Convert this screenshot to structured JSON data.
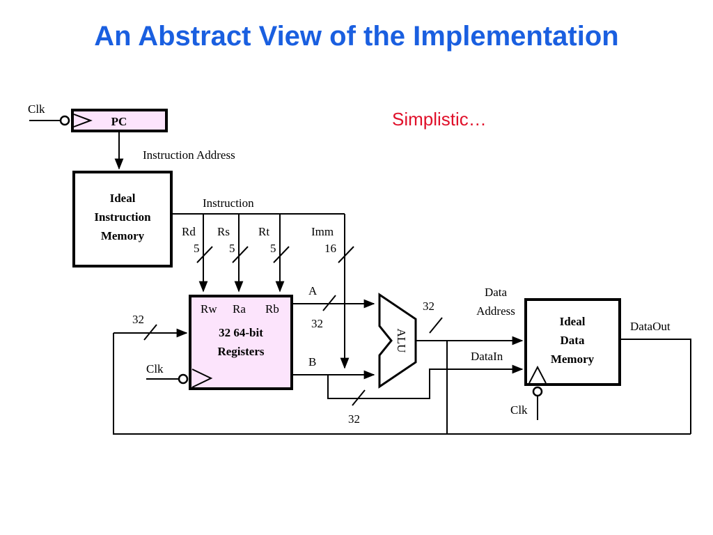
{
  "title": "An Abstract View of the Implementation",
  "note": "Simplistic…",
  "colors": {
    "title": "#1a5fe0",
    "note": "#e0102a",
    "register_fill": "#fce4fc"
  },
  "pc": {
    "label": "PC",
    "clk": "Clk"
  },
  "instruction_memory": {
    "line1": "Ideal",
    "line2": "Instruction",
    "line3": "Memory"
  },
  "labels": {
    "instruction_address": "Instruction Address",
    "instruction": "Instruction",
    "rd": "Rd",
    "rs": "Rs",
    "rt": "Rt",
    "imm": "Imm",
    "rd_width": "5",
    "rs_width": "5",
    "rt_width": "5",
    "imm_width": "16",
    "a": "A",
    "b": "B",
    "a_width": "32",
    "b_width": "32",
    "alu_out_width": "32",
    "write_width": "32",
    "data_address_1": "Data",
    "data_address_2": "Address",
    "data_in": "DataIn",
    "data_out": "DataOut"
  },
  "registers": {
    "rw": "Rw",
    "ra": "Ra",
    "rb": "Rb",
    "line1": "32 64-bit",
    "line2": "Registers",
    "clk": "Clk"
  },
  "alu": {
    "label": "ALU"
  },
  "data_memory": {
    "line1": "Ideal",
    "line2": "Data",
    "line3": "Memory",
    "clk": "Clk"
  }
}
